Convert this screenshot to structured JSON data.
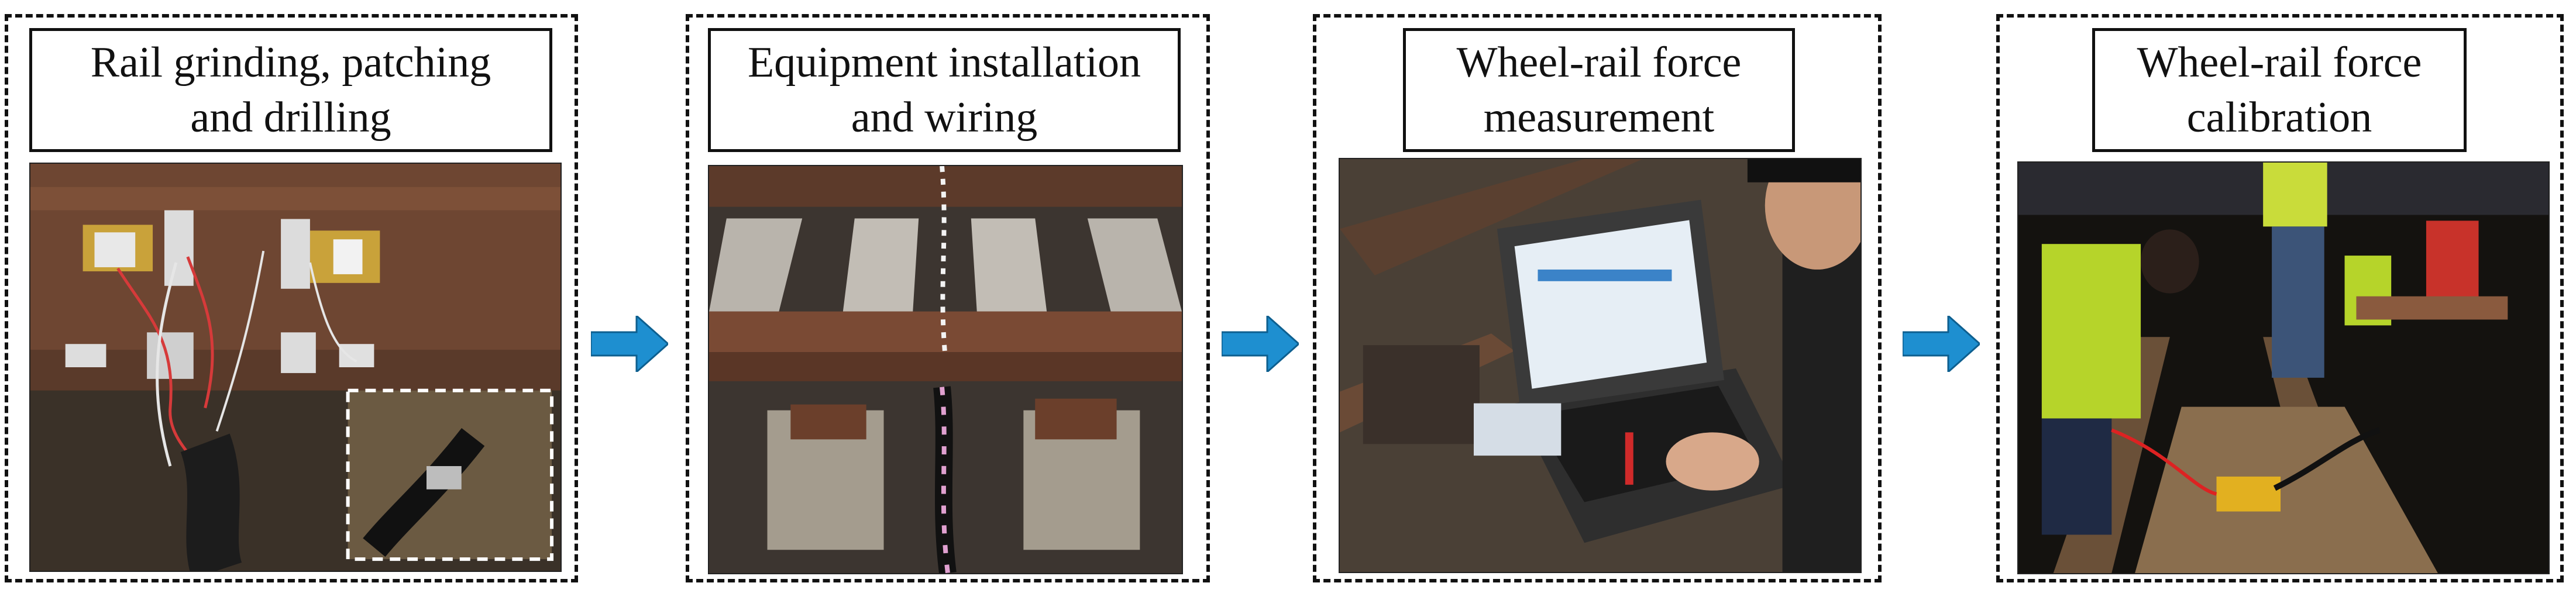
{
  "panels": [
    {
      "title": "Rail grinding, patching\nand drilling"
    },
    {
      "title": "Equipment installation\nand wiring"
    },
    {
      "title": "Wheel-rail force\nmeasurement"
    },
    {
      "title": "Wheel-rail force\ncalibration"
    }
  ],
  "colors": {
    "arrow": "#1e8fd0",
    "border": "#111111",
    "rail": "#7a4a34"
  },
  "icons": {
    "arrow": "right-arrow-icon"
  }
}
